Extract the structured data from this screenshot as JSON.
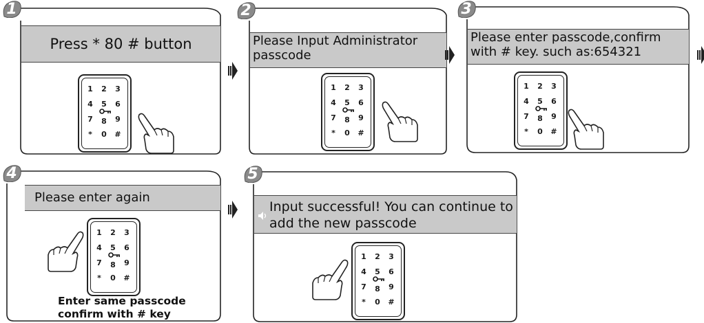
{
  "steps": [
    {
      "number": "1",
      "title": "Press * 80 # button",
      "title_align": "center"
    },
    {
      "number": "2",
      "title": "Please Input Administrator passcode",
      "title_align": "left"
    },
    {
      "number": "3",
      "title": "Please enter passcode,confirm with # key. such as:654321",
      "title_align": "left"
    },
    {
      "number": "4",
      "title": "Please enter again",
      "title_align": "left",
      "caption_line1": "Enter same passcode",
      "caption_line2": "confirm with # key"
    },
    {
      "number": "5",
      "title": "Input successful! You can continue to add the new passcode",
      "title_align": "left"
    }
  ],
  "keypad": {
    "row1": [
      "1",
      "2",
      "3"
    ],
    "row2": [
      "4",
      "5",
      "6"
    ],
    "row3": [
      "7",
      "8",
      "9"
    ],
    "row4": [
      "*",
      "0",
      "#"
    ]
  },
  "colors": {
    "badge": "#8a8a8a",
    "title_bar": "#c9c9c9",
    "outline": "#222222"
  },
  "icons": [
    "hand-pointer-icon",
    "key-icon",
    "arrow-right-icon",
    "speaker-icon"
  ]
}
